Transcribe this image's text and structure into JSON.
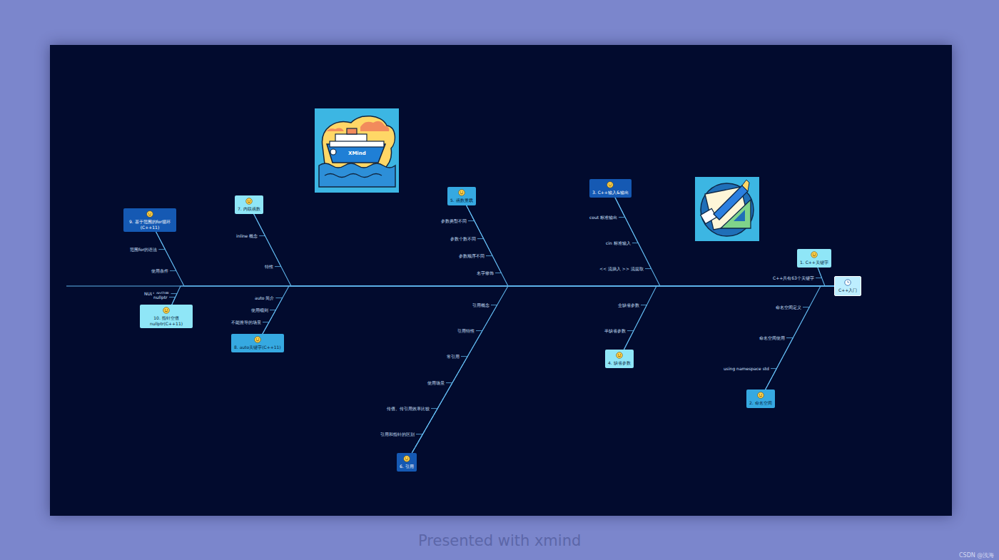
{
  "diagram": {
    "nodes": [
      {
        "text": [
          "C++入门"
        ]
      },
      {
        "text": [
          "1. C++关键字"
        ]
      },
      {
        "text": [
          "C++共有63个关键字"
        ]
      },
      {
        "text": [
          "2. 命名空间"
        ]
      },
      {
        "text": [
          "命名空间定义"
        ]
      },
      {
        "text": [
          "命名空间使用"
        ]
      },
      {
        "text": [
          "using namespace std"
        ]
      },
      {
        "text": [
          "3. C++输入&输出"
        ]
      },
      {
        "text": [
          "cout 标准输出"
        ]
      },
      {
        "text": [
          "cin 标准输入"
        ]
      },
      {
        "text": [
          "<< 流插入 >> 流提取"
        ]
      },
      {
        "text": [
          "4. 缺省参数"
        ]
      },
      {
        "text": [
          "全缺省参数"
        ]
      },
      {
        "text": [
          "半缺省参数"
        ]
      },
      {
        "text": [
          "5. 函数重载"
        ]
      },
      {
        "text": [
          "参数类型不同"
        ]
      },
      {
        "text": [
          "参数个数不同"
        ]
      },
      {
        "text": [
          "参数顺序不同"
        ]
      },
      {
        "text": [
          "名字修饰"
        ]
      },
      {
        "text": [
          "6. 引用"
        ]
      },
      {
        "text": [
          "引用概念"
        ]
      },
      {
        "text": [
          "引用特性"
        ]
      },
      {
        "text": [
          "常引用"
        ]
      },
      {
        "text": [
          "使用场景"
        ]
      },
      {
        "text": [
          "传值、传引用效率比较"
        ]
      },
      {
        "text": [
          "引用和指针的区别"
        ]
      },
      {
        "text": [
          "7. 内联函数"
        ]
      },
      {
        "text": [
          "inline 概念"
        ]
      },
      {
        "text": [
          "特性"
        ]
      },
      {
        "text": [
          "8. auto关键字(C++11)"
        ]
      },
      {
        "text": [
          "auto 简介"
        ]
      },
      {
        "text": [
          "使用细则"
        ]
      },
      {
        "text": [
          "不能推导的场景"
        ]
      },
      {
        "text": [
          "9. 基于范围的for循环(C++11)"
        ]
      },
      {
        "text": [
          "范围for的语法"
        ]
      },
      {
        "text": [
          "使用条件"
        ]
      },
      {
        "text": [
          "10. 指针空值nullptr(C++11)"
        ]
      },
      {
        "text": [
          "NULL 的问题"
        ]
      },
      {
        "text": [
          "nullptr"
        ]
      }
    ],
    "edges": [
      {
        "from": 1,
        "to": 0,
        "arrow": "none"
      },
      {
        "from": 2,
        "to": 1,
        "arrow": "none"
      },
      {
        "from": 3,
        "to": 0,
        "arrow": "none"
      },
      {
        "from": 4,
        "to": 3,
        "arrow": "none"
      },
      {
        "from": 5,
        "to": 3,
        "arrow": "none"
      },
      {
        "from": 6,
        "to": 3,
        "arrow": "none"
      },
      {
        "from": 7,
        "to": 0,
        "arrow": "none"
      },
      {
        "from": 8,
        "to": 7,
        "arrow": "none"
      },
      {
        "from": 9,
        "to": 7,
        "arrow": "none"
      },
      {
        "from": 10,
        "to": 7,
        "arrow": "none"
      },
      {
        "from": 11,
        "to": 0,
        "arrow": "none"
      },
      {
        "from": 12,
        "to": 11,
        "arrow": "none"
      },
      {
        "from": 13,
        "to": 11,
        "arrow": "none"
      },
      {
        "from": 14,
        "to": 0,
        "arrow": "none"
      },
      {
        "from": 15,
        "to": 14,
        "arrow": "none"
      },
      {
        "from": 16,
        "to": 14,
        "arrow": "none"
      },
      {
        "from": 17,
        "to": 14,
        "arrow": "none"
      },
      {
        "from": 18,
        "to": 14,
        "arrow": "none"
      },
      {
        "from": 19,
        "to": 0,
        "arrow": "none"
      },
      {
        "from": 20,
        "to": 19,
        "arrow": "none"
      },
      {
        "from": 21,
        "to": 19,
        "arrow": "none"
      },
      {
        "from": 22,
        "to": 19,
        "arrow": "none"
      },
      {
        "from": 23,
        "to": 19,
        "arrow": "none"
      },
      {
        "from": 24,
        "to": 19,
        "arrow": "none"
      },
      {
        "from": 25,
        "to": 19,
        "arrow": "none"
      },
      {
        "from": 26,
        "to": 0,
        "arrow": "none"
      },
      {
        "from": 27,
        "to": 26,
        "arrow": "none"
      },
      {
        "from": 28,
        "to": 26,
        "arrow": "none"
      },
      {
        "from": 29,
        "to": 0,
        "arrow": "none"
      },
      {
        "from": 30,
        "to": 29,
        "arrow": "none"
      },
      {
        "from": 31,
        "to": 29,
        "arrow": "none"
      },
      {
        "from": 32,
        "to": 29,
        "arrow": "none"
      },
      {
        "from": 33,
        "to": 0,
        "arrow": "none"
      },
      {
        "from": 34,
        "to": 33,
        "arrow": "none"
      },
      {
        "from": 35,
        "to": 33,
        "arrow": "none"
      },
      {
        "from": 36,
        "to": 0,
        "arrow": "none"
      },
      {
        "from": 37,
        "to": 36,
        "arrow": "none"
      },
      {
        "from": 38,
        "to": 36,
        "arrow": "none"
      }
    ],
    "labels": [
      "XMind",
      "Presented with xmind",
      "CSDN @浅海"
    ]
  }
}
